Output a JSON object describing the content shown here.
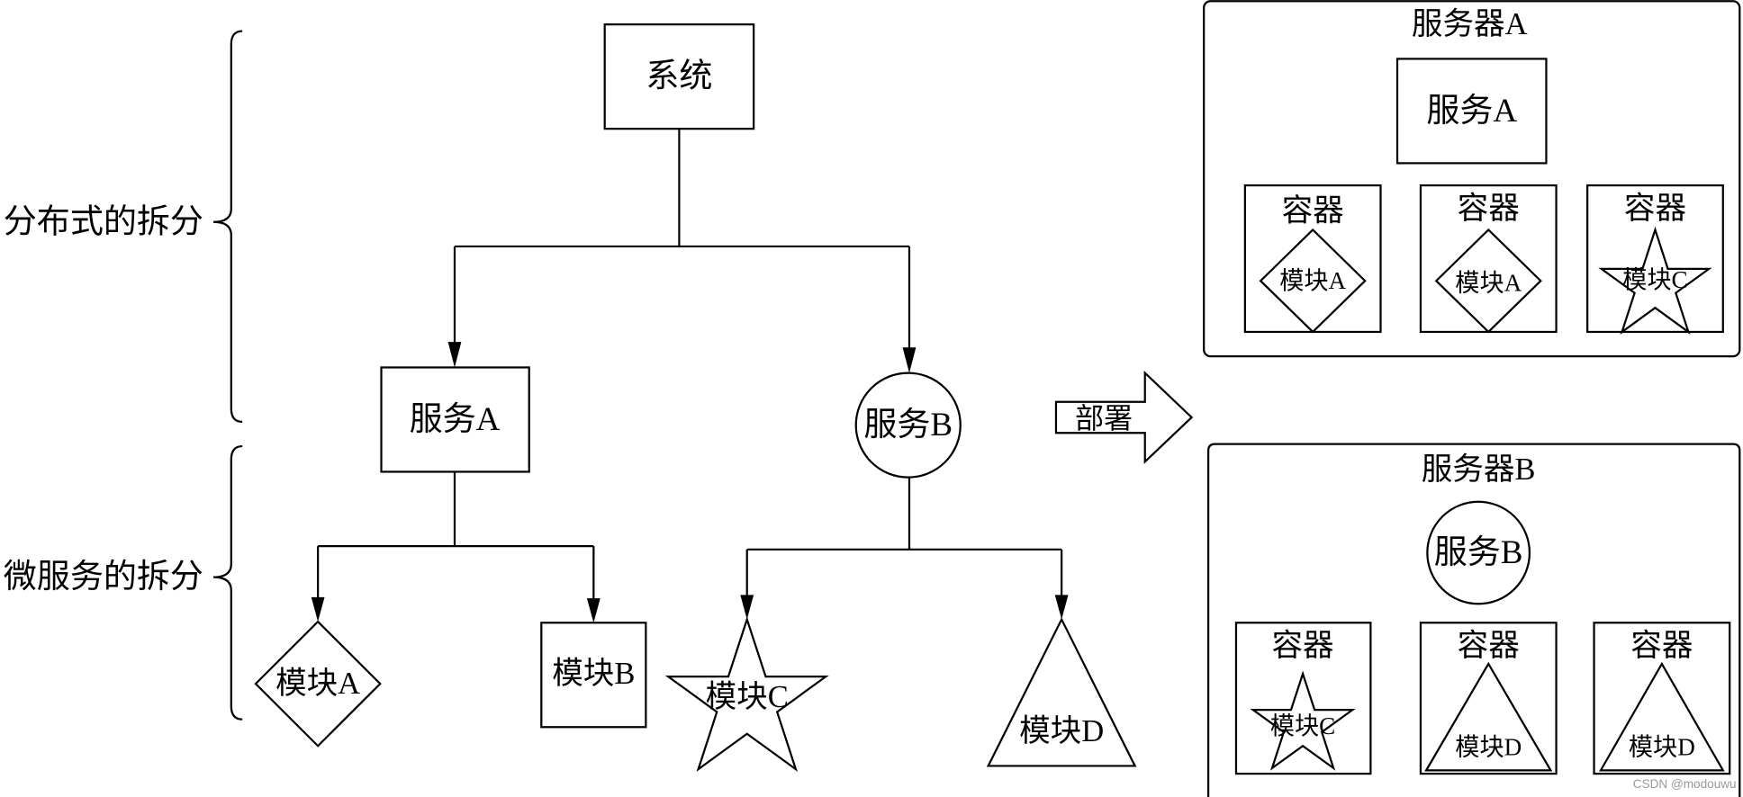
{
  "braces": {
    "distributed": "分布式的拆分",
    "microservice": "微服务的拆分"
  },
  "tree": {
    "root": "系统",
    "service_a": "服务A",
    "service_b": "服务B",
    "module_a": "模块A",
    "module_b": "模块B",
    "module_c": "模块C",
    "module_d": "模块D"
  },
  "deploy": "部署",
  "server_a": {
    "title": "服务器A",
    "service": "服务A",
    "containers": [
      {
        "label": "容器",
        "module": "模块A"
      },
      {
        "label": "容器",
        "module": "模块A"
      },
      {
        "label": "容器",
        "module": "模块C"
      }
    ]
  },
  "server_b": {
    "title": "服务器B",
    "service": "服务B",
    "containers": [
      {
        "label": "容器",
        "module": "模块C"
      },
      {
        "label": "容器",
        "module": "模块D"
      },
      {
        "label": "容器",
        "module": "模块D"
      }
    ]
  },
  "watermark": "CSDN @modouwu",
  "colors": {
    "stroke": "#000000",
    "background": "#ffffff",
    "watermark": "#999999"
  }
}
